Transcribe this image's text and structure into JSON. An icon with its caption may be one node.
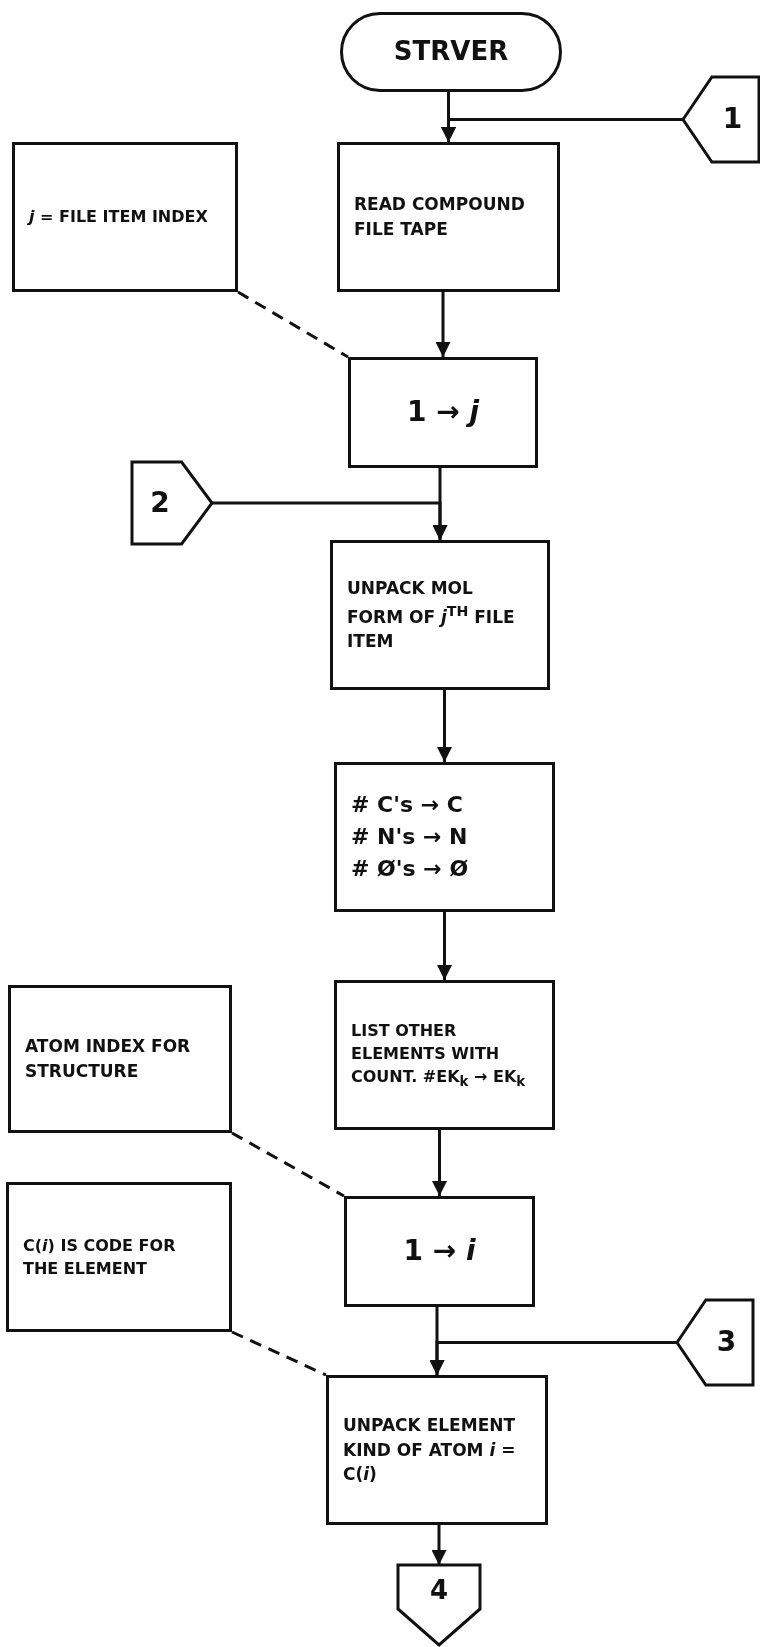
{
  "diagram": {
    "nodes": [
      {
        "text": [
          "STRVER"
        ]
      },
      {
        "text": [
          "1"
        ]
      },
      {
        "text": [
          "READ COMPOUND FILE TAPE"
        ]
      },
      {
        "text": [
          "*j* = FILE ITEM INDEX"
        ]
      },
      {
        "text": [
          "1 → *j*"
        ]
      },
      {
        "text": [
          "2"
        ]
      },
      {
        "text": [
          "UNPACK MOL FORM OF *j*$^{TH}$ FILE ITEM"
        ]
      },
      {
        "text": [
          "# C's → C",
          "# N's → N",
          "# Ø's → Ø"
        ]
      },
      {
        "text": [
          "LIST OTHER ELEMENTS WITH COUNT. #EK$_{k}$ → EK$_{k}$"
        ]
      },
      {
        "text": [
          "ATOM INDEX FOR STRUCTURE"
        ]
      },
      {
        "text": [
          "1 → *i*"
        ]
      },
      {
        "text": [
          "C(*i*) IS CODE FOR THE ELEMENT"
        ]
      },
      {
        "text": [
          "UNPACK ELEMENT KIND OF ATOM *i* = C(*i*)"
        ]
      },
      {
        "text": [
          "3"
        ]
      },
      {
        "text": [
          "4"
        ]
      }
    ],
    "edges": [
      {
        "from": 0,
        "to": 2,
        "arrow": "to"
      },
      {
        "from": 1,
        "to": 2,
        "arrow": "to"
      },
      {
        "from": 3,
        "to": 4,
        "arrow": "none",
        "style": "dashed"
      },
      {
        "from": 2,
        "to": 4,
        "arrow": "to"
      },
      {
        "from": 5,
        "to": 6,
        "arrow": "to"
      },
      {
        "from": 4,
        "to": 6,
        "arrow": "to"
      },
      {
        "from": 6,
        "to": 7,
        "arrow": "to"
      },
      {
        "from": 7,
        "to": 8,
        "arrow": "to"
      },
      {
        "from": 9,
        "to": 10,
        "arrow": "none",
        "style": "dashed"
      },
      {
        "from": 8,
        "to": 10,
        "arrow": "to"
      },
      {
        "from": 11,
        "to": 12,
        "arrow": "none",
        "style": "dashed"
      },
      {
        "from": 13,
        "to": 12,
        "arrow": "to"
      },
      {
        "from": 10,
        "to": 12,
        "arrow": "to"
      },
      {
        "from": 12,
        "to": 14,
        "arrow": "to"
      }
    ]
  }
}
